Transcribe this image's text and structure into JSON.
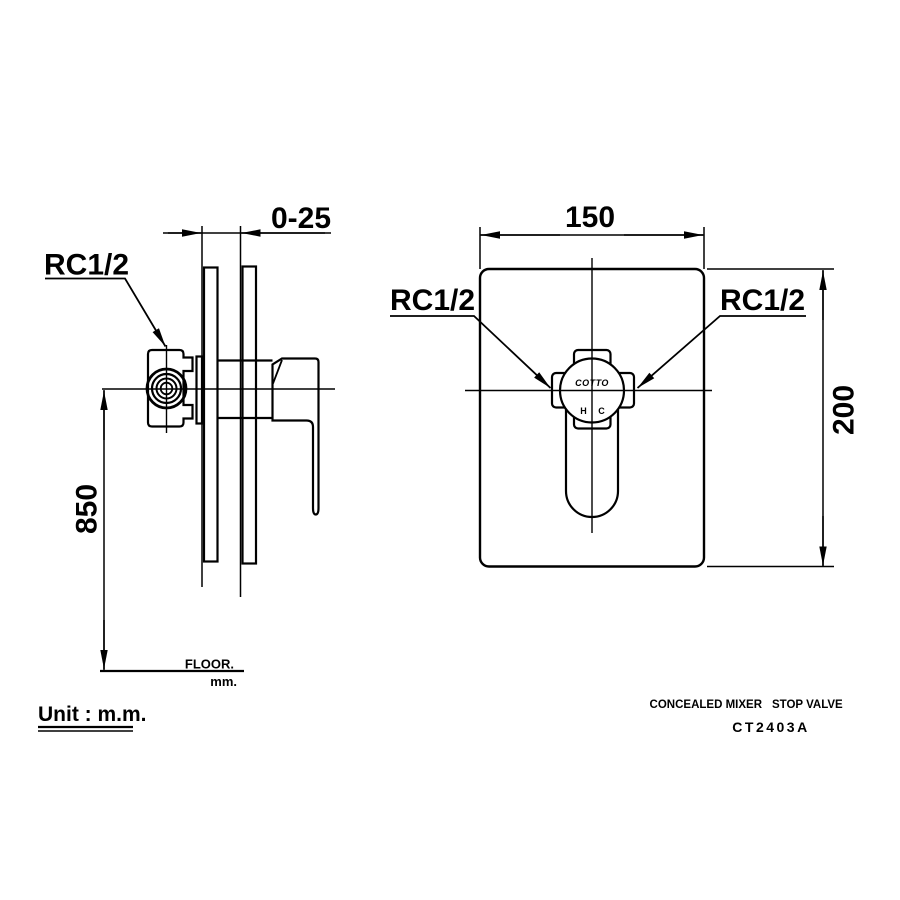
{
  "colors": {
    "line": "#000000",
    "background": "#ffffff"
  },
  "side_view": {
    "thread_label": "RC1/2",
    "wall_depth_dim": "0-25",
    "height_dim": "850",
    "floor_label": "FLOOR.",
    "floor_unit_label": "mm."
  },
  "front_view": {
    "width_dim": "150",
    "height_dim": "200",
    "thread_label_left": "RC1/2",
    "thread_label_right": "RC1/2",
    "logo_text": "COTTO",
    "hot_label": "H",
    "cold_label": "C"
  },
  "footer": {
    "unit_note": "Unit : m.m.",
    "product_name_line1": "CONCEALED MIXER",
    "product_name_line2": "STOP VALVE",
    "product_code": "CT2403A"
  }
}
